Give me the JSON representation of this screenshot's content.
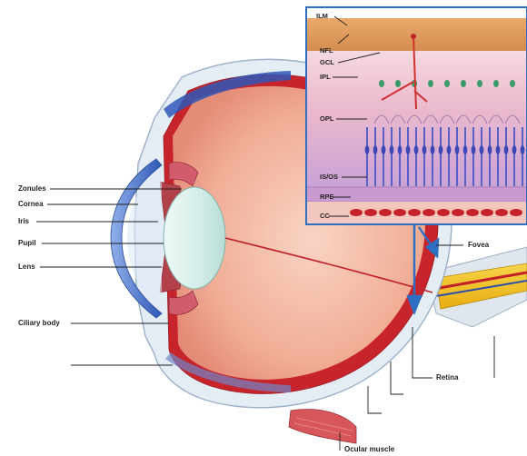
{
  "labels": {
    "zonules": "Zonules",
    "cornea": "Cornea",
    "iris": "Iris",
    "pupil": "Pupil",
    "lens": "Lens",
    "ciliary_body": "Ciliary body",
    "fovea": "Fovea",
    "retina": "Retina",
    "ocular_muscle": "Ocular muscle"
  },
  "inset_labels": {
    "ilm": "ILM",
    "nfl": "NFL",
    "gcl": "GCL",
    "ipl": "IPL",
    "opl": "OPL",
    "isos": "IS/OS",
    "rpe": "RPE",
    "cc": "CC"
  },
  "colors": {
    "sclera": "#dfe8f2",
    "sclera_edge": "#9bb0c8",
    "choroid": "#c8242c",
    "vitreous": "#f3b9a6",
    "lens": "#d9f0ec",
    "cornea": "#3e64c4",
    "optic_nerve": "#f5c21e",
    "inset_border": "#2e6fc2",
    "arrow": "#2e6fc2"
  }
}
